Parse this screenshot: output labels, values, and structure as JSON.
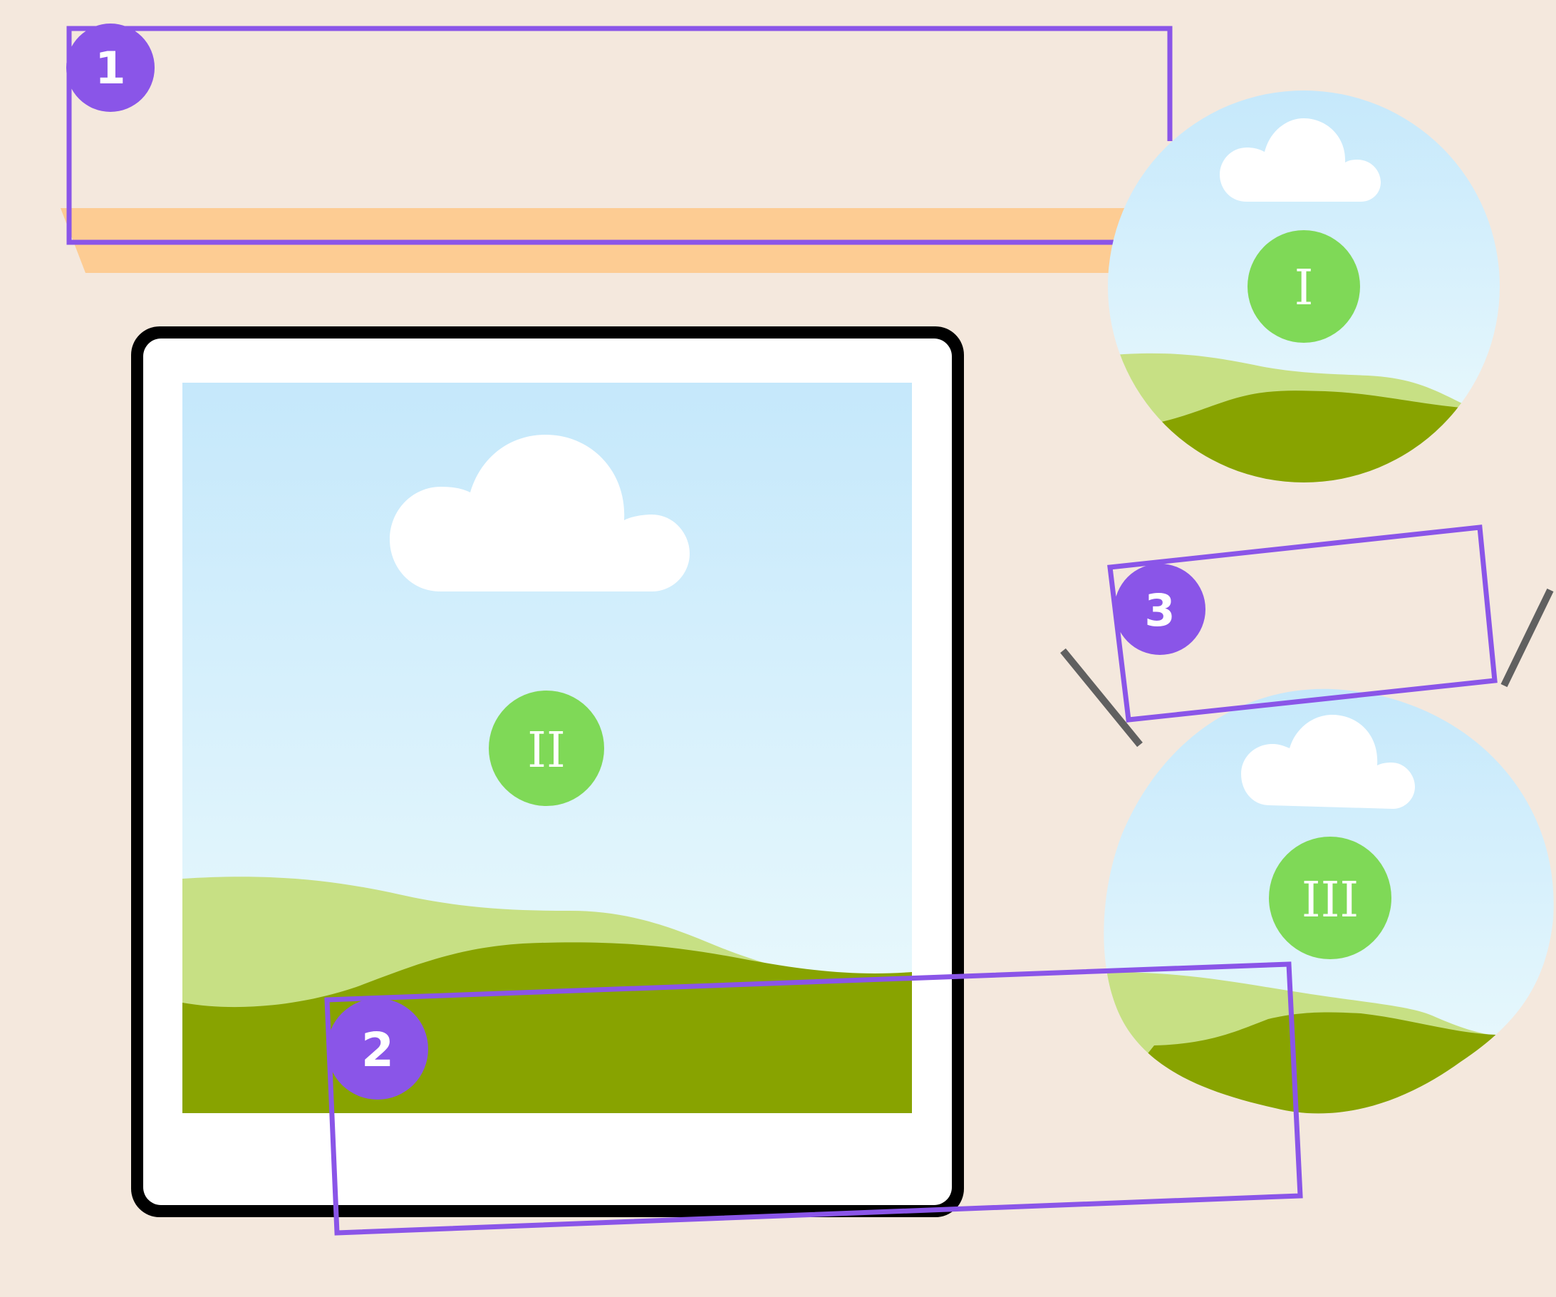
{
  "colors": {
    "background": "#f4e8dd",
    "accent_purple": "#8a55e8",
    "medallion_green": "#7fd957",
    "sky_top": "#c5e8fb",
    "sky_bottom": "#eefbfd",
    "hill_light": "#c7e084",
    "hill_dark": "#88a300",
    "shelf_orange": "#fdcc93",
    "handle_gray": "#606060",
    "frame_black": "#000000",
    "frame_white": "#ffffff"
  },
  "callouts": [
    {
      "number": "1"
    },
    {
      "number": "2"
    },
    {
      "number": "3"
    }
  ],
  "images": [
    {
      "numeral": "I"
    },
    {
      "numeral": "II"
    },
    {
      "numeral": "III"
    }
  ]
}
